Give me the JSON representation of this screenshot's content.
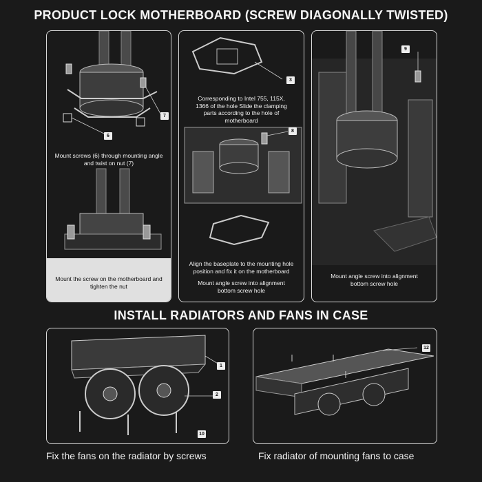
{
  "headings": {
    "top": "PRODUCT LOCK MOTHERBOARD (SCREW DIAGONALLY TWISTED)",
    "middle": "INSTALL RADIATORS AND FANS IN CASE"
  },
  "panel1": {
    "caption_top": "Mount screws (6) through mounting angle and twist on nut (7)",
    "caption_bottom": "Mount the screw on the motherboard and tighten the nut",
    "callouts": [
      "6",
      "7"
    ]
  },
  "panel2": {
    "caption_top": "Corresponding to Intel 755, 115X, 1366 of the hole Slide the clamping parts according to the hole of motherboard",
    "caption_bottom_1": "Align the baseplate to the mounting hole position and fix it on the motherboard",
    "caption_bottom_2": "Mount angle screw into alignment bottom screw hole",
    "callouts": [
      "3",
      "8"
    ]
  },
  "panel3": {
    "caption_bottom": "Mount angle screw into alignment bottom screw hole",
    "callouts": [
      "9"
    ]
  },
  "panel4": {
    "caption": "Fix the fans on the radiator by screws",
    "callouts": [
      "1",
      "2",
      "10"
    ]
  },
  "panel5": {
    "caption": "Fix radiator of mounting fans to case",
    "callouts": [
      "12"
    ]
  }
}
